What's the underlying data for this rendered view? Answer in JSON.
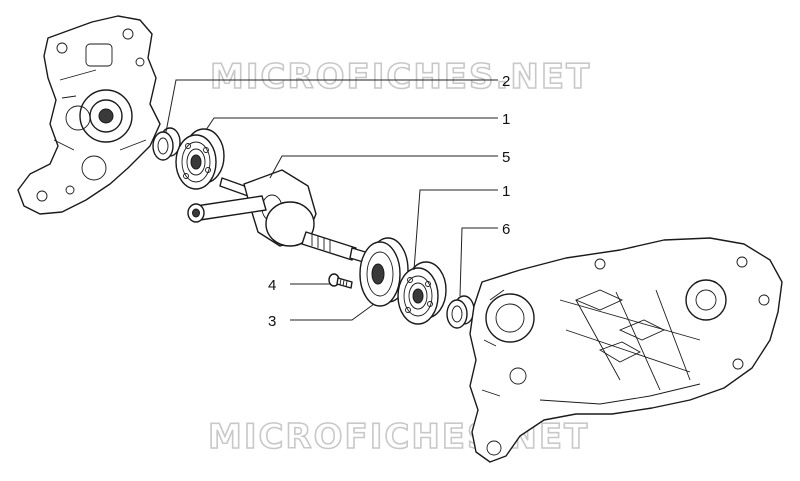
{
  "watermark": {
    "top": "MICROFICHES.NET",
    "bottom": "MICROFICHES.NET"
  },
  "callouts": [
    {
      "id": "c2",
      "label": "2"
    },
    {
      "id": "c1a",
      "label": "1"
    },
    {
      "id": "c5",
      "label": "5"
    },
    {
      "id": "c1b",
      "label": "1"
    },
    {
      "id": "c6",
      "label": "6"
    },
    {
      "id": "c4",
      "label": "4"
    },
    {
      "id": "c3",
      "label": "3"
    }
  ]
}
